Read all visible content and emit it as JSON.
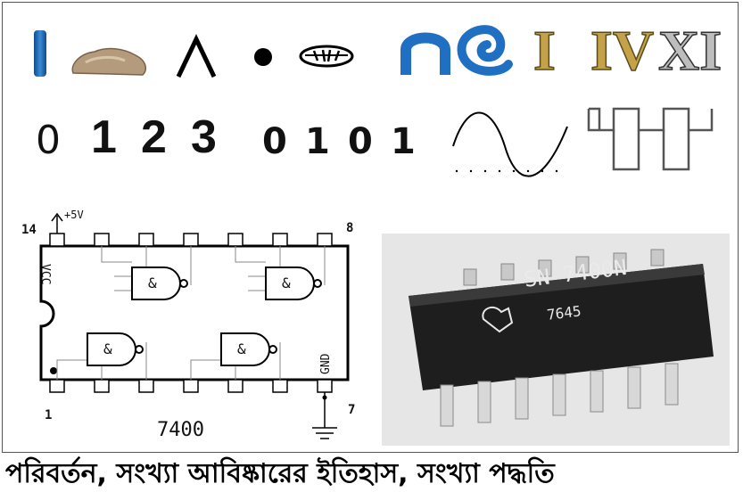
{
  "numerals": {
    "decimal": [
      "0",
      "1",
      "2",
      "3"
    ],
    "binary": [
      "0",
      "1",
      "0",
      "1"
    ],
    "roman": [
      "I",
      "IV",
      "XI"
    ]
  },
  "chip_diagram": {
    "pin_top_left": "14",
    "pin_top_right": "8",
    "pin_bottom_left": "1",
    "pin_bottom_right": "7",
    "supply": "+5V",
    "vcc": "VCC",
    "gnd": "GND",
    "gate_symbol": "&",
    "part_number": "7400"
  },
  "chip_photo": {
    "marking_main": "SN 7400N",
    "marking_date": "7645"
  },
  "caption": "পরিবর্তন, সংখ্যা আবিষ্কারের ইতিহাস, সংখ্যা পদ্ধতি"
}
